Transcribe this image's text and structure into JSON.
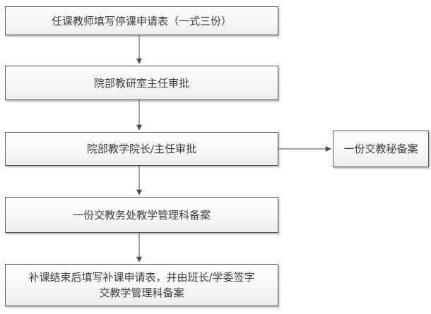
{
  "flowchart": {
    "nodes": [
      {
        "id": "step-1",
        "label": "任课教师填写停课申请表（一式三份）"
      },
      {
        "id": "step-2",
        "label": "院部教研室主任审批"
      },
      {
        "id": "step-3",
        "label": "院部教学院长/主任审批"
      },
      {
        "id": "step-4",
        "label": "一份交教务处教学管理科备案"
      },
      {
        "id": "step-5",
        "label": "补课结束后填写补课申请表，并由班长/学委签字\n交教学管理科备案"
      },
      {
        "id": "side-note",
        "label": "一份交教秘备案"
      }
    ],
    "edges": [
      {
        "from": "step-1",
        "to": "step-2",
        "type": "arrow"
      },
      {
        "from": "step-2",
        "to": "step-3",
        "type": "arrow"
      },
      {
        "from": "step-3",
        "to": "side-note",
        "type": "arrow"
      },
      {
        "from": "step-3",
        "to": "step-4",
        "type": "arrow"
      },
      {
        "from": "step-4",
        "to": "step-5",
        "type": "arrow"
      }
    ],
    "colors": {
      "box_border": "#565656",
      "box_fill_top": "#fdfdfd",
      "box_fill_bottom": "#ececec",
      "arrow": "#4a4a4a",
      "text": "#3c3c3c",
      "background": "#ffffff"
    }
  }
}
